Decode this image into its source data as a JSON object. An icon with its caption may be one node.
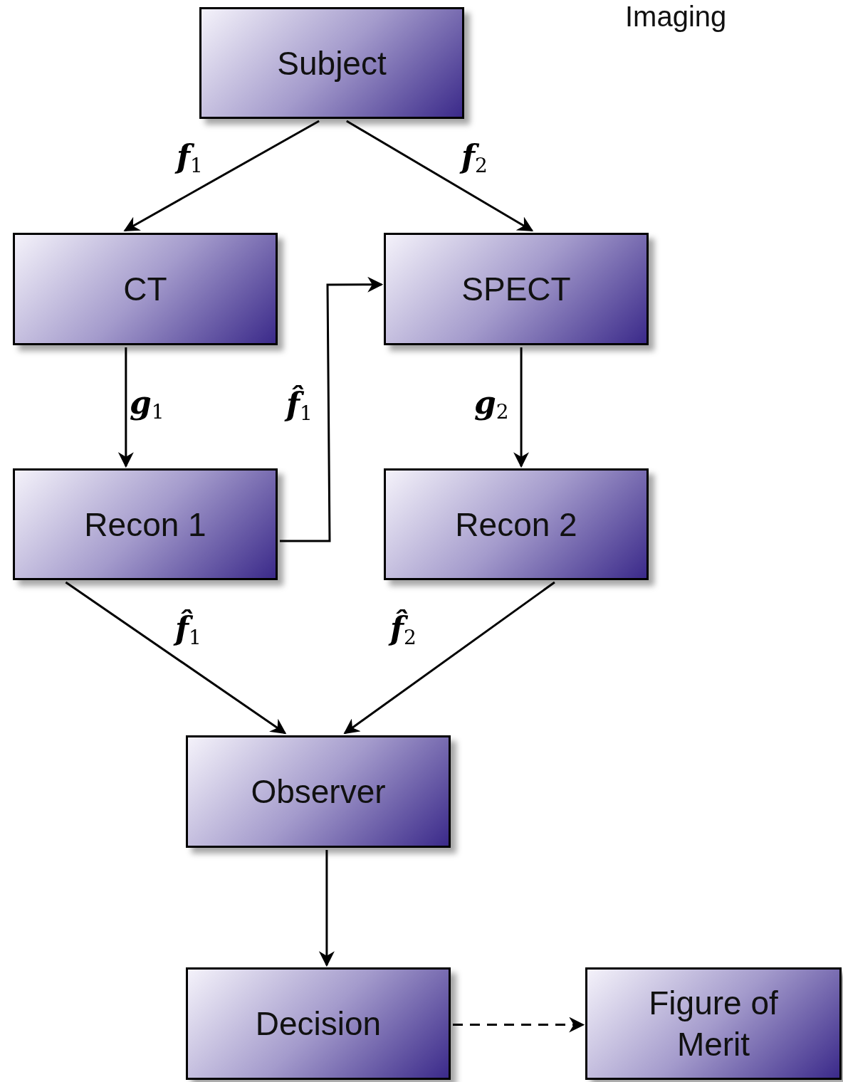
{
  "diagram": {
    "nodes": [
      {
        "text": [
          "Subject"
        ]
      },
      {
        "text": [
          "CT"
        ]
      },
      {
        "text": [
          "SPECT"
        ]
      },
      {
        "text": [
          "Recon 1"
        ]
      },
      {
        "text": [
          "Recon 2"
        ]
      },
      {
        "text": [
          "Observer"
        ]
      },
      {
        "text": [
          "Decision"
        ]
      },
      {
        "text": [
          "Figure of Merit"
        ]
      }
    ],
    "edges": [
      {
        "from": 0,
        "to": 1,
        "arrow": "to",
        "label": "**f**$_{1}$"
      },
      {
        "from": 0,
        "to": 2,
        "arrow": "to",
        "label": "**f**$_{2}$"
      },
      {
        "from": 1,
        "to": 3,
        "arrow": "to",
        "label": "**g**$_{1}$"
      },
      {
        "from": 2,
        "to": 4,
        "arrow": "to",
        "label": "**g**$_{2}$"
      },
      {
        "from": 3,
        "to": 2,
        "arrow": "to",
        "label": "**f̂**$_{1}$"
      },
      {
        "from": 3,
        "to": 5,
        "arrow": "to",
        "label": "**f̂**$_{1}$"
      },
      {
        "from": 4,
        "to": 5,
        "arrow": "to",
        "label": "**f̂**$_{2}$"
      },
      {
        "from": 5,
        "to": 6,
        "arrow": "to"
      },
      {
        "from": 6,
        "to": 7,
        "arrow": "to",
        "style": "dashed"
      }
    ],
    "labels": [
      "Imaging"
    ]
  }
}
